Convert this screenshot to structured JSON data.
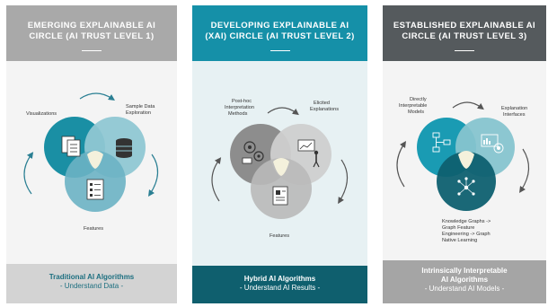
{
  "panels": [
    {
      "title_lines": [
        "EMERGING EXPLAINABLE AI",
        "CIRCLE (AI TRUST LEVEL 1)"
      ],
      "labels": {
        "left": [
          "Visualizations"
        ],
        "right": [
          "Sample Data",
          "Exploration"
        ],
        "bottom": [
          "Features"
        ]
      },
      "footer_title": "Traditional AI Algorithms",
      "footer_sub": "- Understand Data -",
      "colors": {
        "header": "#a9a9a9",
        "footer": "#d3d3d3",
        "circle_left": "#1a8fa4",
        "circle_right": "#8fc7d3",
        "circle_bottom": "#6cb3c4"
      },
      "icons": {
        "left": "documents-icon",
        "right": "database-icon",
        "bottom": "checklist-icon"
      }
    },
    {
      "title_lines": [
        "DEVELOPING EXPLAINABLE AI",
        "(XAI) CIRCLE (AI TRUST LEVEL 2)"
      ],
      "labels": {
        "left": [
          "Post-hoc",
          "Interpretation",
          "Methods"
        ],
        "right": [
          "Elicited",
          "Explanations"
        ],
        "bottom": [
          "Features"
        ]
      },
      "footer_title": "Hybrid AI Algorithms",
      "footer_sub": "- Understand AI Results -",
      "colors": {
        "header": "#1590a8",
        "footer": "#0f5f6e",
        "circle_left": "#8d8d8d",
        "circle_right": "#cfcfcf",
        "circle_bottom": "#b9b9b9"
      },
      "icons": {
        "left": "gears-icon",
        "right": "presenter-icon",
        "bottom": "document-icon"
      }
    },
    {
      "title_lines": [
        "ESTABLISHED EXPLAINABLE AI",
        "CIRCLE (AI TRUST LEVEL 3)"
      ],
      "labels": {
        "left": [
          "Directly",
          "Interpretable",
          "Models"
        ],
        "right": [
          "Explanation",
          "Interfaces"
        ],
        "bottom": [
          "Knowledge Graphs ->",
          "Graph Feature",
          "Engineering -> Graph",
          "Native Learning"
        ]
      },
      "footer_title_lines": [
        "Intrinsically Interpretable",
        "AI Algorithms"
      ],
      "footer_sub": "- Understand AI Models -",
      "colors": {
        "header": "#555a5d",
        "footer": "#a5a5a5",
        "circle_left": "#1a9bb3",
        "circle_right": "#86c4cf",
        "circle_bottom": "#0e6070"
      },
      "icons": {
        "left": "flowchart-icon",
        "right": "dashboard-icon",
        "bottom": "network-icon"
      }
    }
  ]
}
